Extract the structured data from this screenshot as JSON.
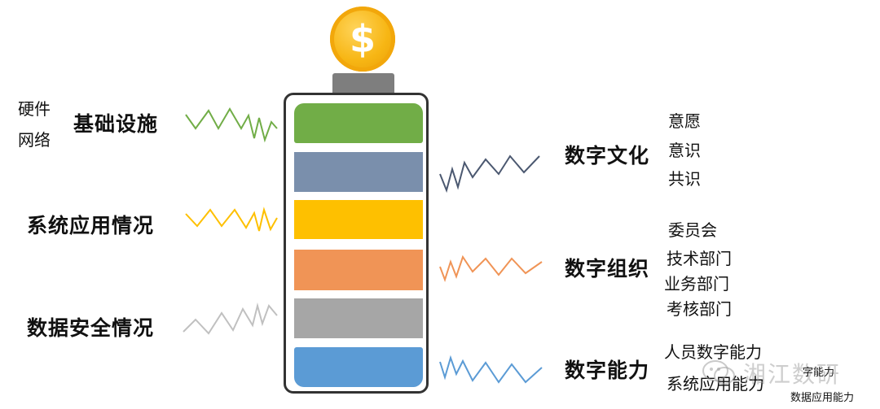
{
  "coin_symbol": "$",
  "segments": [
    {
      "name": "green",
      "color": "#71ad47"
    },
    {
      "name": "blue-gray",
      "color": "#7a8fac"
    },
    {
      "name": "yellow",
      "color": "#fec000"
    },
    {
      "name": "orange",
      "color": "#f09456"
    },
    {
      "name": "gray",
      "color": "#a6a6a6"
    },
    {
      "name": "blue",
      "color": "#5b9bd5"
    }
  ],
  "left": {
    "infra": {
      "title": "基础设施",
      "subs": [
        "硬件",
        "网络"
      ],
      "color": "#71ad47"
    },
    "sysapp": {
      "title": "系统应用情况",
      "color": "#fec000"
    },
    "datasec": {
      "title": "数据安全情况",
      "color": "#c0c0c0"
    }
  },
  "right": {
    "culture": {
      "title": "数字文化",
      "items": [
        "意愿",
        "意识",
        "共识"
      ],
      "color": "#4b5870"
    },
    "org": {
      "title": "数字组织",
      "items": [
        "委员会",
        "技术部门",
        "业务部门",
        "考核部门"
      ],
      "color": "#f09456"
    },
    "ability": {
      "title": "数字能力",
      "items": [
        "人员数字能力",
        "系统应用能力",
        "数据应用能力"
      ],
      "color": "#5b9bd5"
    }
  },
  "watermark": {
    "text": "湘江数研",
    "overlay": "字能力"
  }
}
